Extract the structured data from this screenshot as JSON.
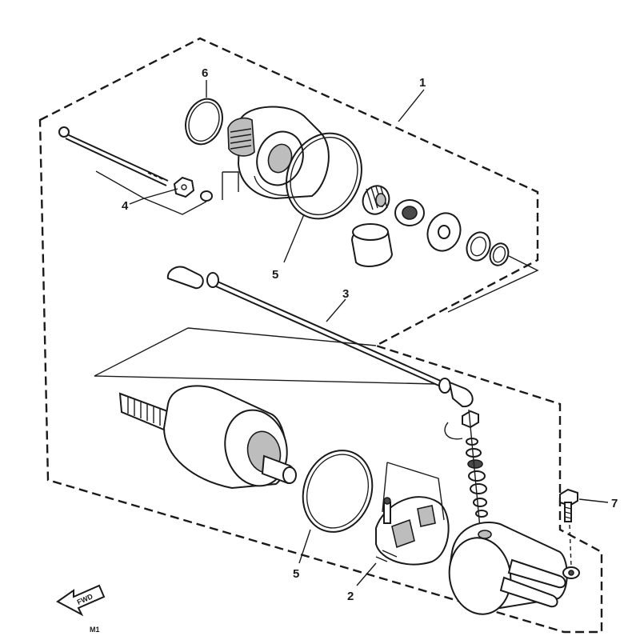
{
  "callouts": {
    "c1": "1",
    "c2": "2",
    "c3": "3",
    "c4": "4",
    "c5a": "5",
    "c5b": "5",
    "c6": "6",
    "c7": "7"
  },
  "fwd_label": "FWD",
  "corner_mark": "M1"
}
